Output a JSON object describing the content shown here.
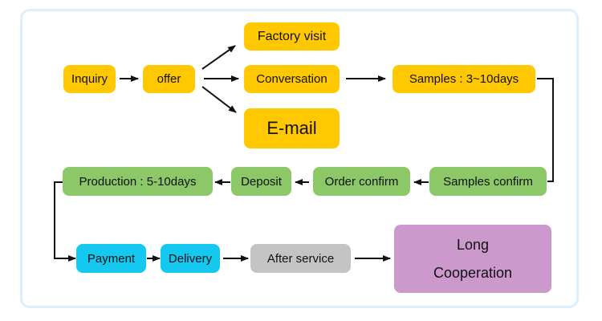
{
  "diagram": {
    "type": "flowchart",
    "nodes": {
      "inquiry": "Inquiry",
      "offer": "offer",
      "factory_visit": "Factory visit",
      "conversation": "Conversation",
      "email": "E-mail",
      "samples": "Samples : 3~10days",
      "samples_confirm": "Samples confirm",
      "order_confirm": "Order confirm",
      "deposit": "Deposit",
      "production": "Production : 5-10days",
      "payment": "Payment",
      "delivery": "Delivery",
      "after_service": "After service",
      "long_cooperation_line1": "Long",
      "long_cooperation_line2": "Cooperation"
    },
    "edges": [
      [
        "Inquiry",
        "offer"
      ],
      [
        "offer",
        "Factory visit"
      ],
      [
        "offer",
        "Conversation"
      ],
      [
        "offer",
        "E-mail"
      ],
      [
        "Conversation",
        "Samples : 3~10days"
      ],
      [
        "Samples : 3~10days",
        "Samples confirm"
      ],
      [
        "Samples confirm",
        "Order confirm"
      ],
      [
        "Order confirm",
        "Deposit"
      ],
      [
        "Deposit",
        "Production : 5-10days"
      ],
      [
        "Production : 5-10days",
        "Payment"
      ],
      [
        "Payment",
        "Delivery"
      ],
      [
        "Delivery",
        "After service"
      ],
      [
        "After service",
        "Long Cooperation"
      ]
    ],
    "colors": {
      "inquiry_stage": "#ffc800",
      "order_stage": "#8cc868",
      "shipping_stage": "#14c8f0",
      "service_stage": "#c4c4c4",
      "cooperation_stage": "#cc99cc",
      "frame_border": "#dcefff"
    }
  }
}
